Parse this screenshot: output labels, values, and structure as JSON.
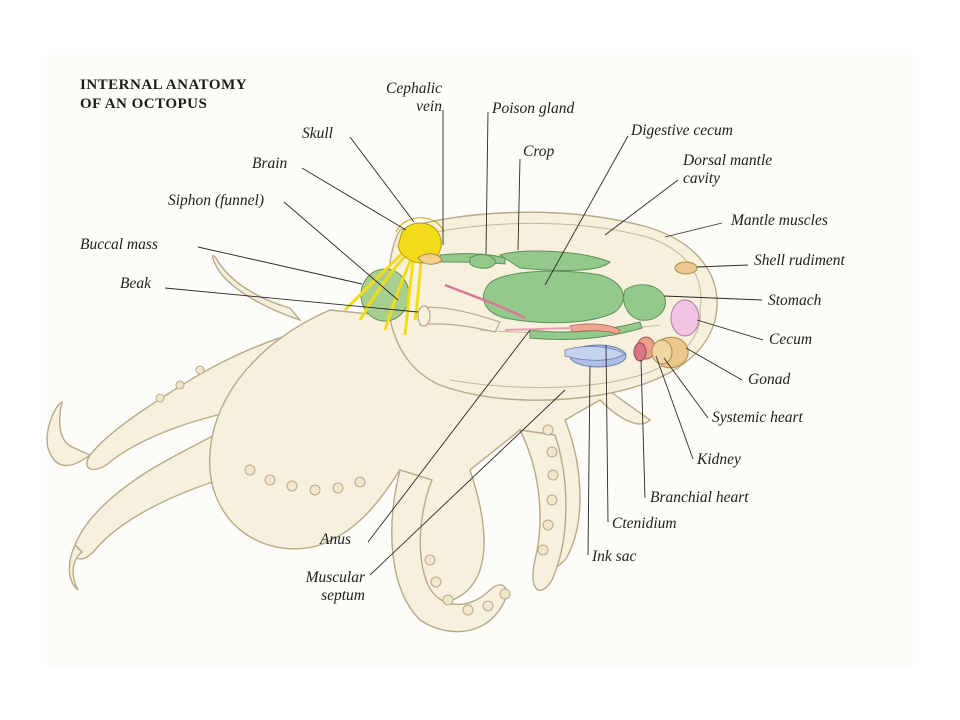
{
  "title": {
    "line1": "INTERNAL ANATOMY",
    "line2": "OF AN OCTOPUS"
  },
  "labels": {
    "cephalic_vein_1": "Cephalic",
    "cephalic_vein_2": "vein",
    "skull": "Skull",
    "brain": "Brain",
    "siphon": "Siphon (funnel)",
    "buccal_mass": "Buccal mass",
    "beak": "Beak",
    "poison_gland": "Poison gland",
    "crop": "Crop",
    "digestive_cecum": "Digestive cecum",
    "dorsal_mantle_1": "Dorsal mantle",
    "dorsal_mantle_2": "cavity",
    "mantle_muscles": "Mantle muscles",
    "shell_rudiment": "Shell rudiment",
    "stomach": "Stomach",
    "cecum": "Cecum",
    "gonad": "Gonad",
    "systemic_heart": "Systemic heart",
    "kidney": "Kidney",
    "branchial_heart": "Branchial heart",
    "ctenidium": "Ctenidium",
    "ink_sac": "Ink sac",
    "anus": "Anus",
    "muscular_septum_1": "Muscular",
    "muscular_septum_2": "septum"
  },
  "colors": {
    "body_fill": "#f6f0dd",
    "body_outline": "#b9a98a",
    "nerve_yellow": "#f2dc1a",
    "organ_green": "#93c98a",
    "organ_pink": "#e8b3d2",
    "gonad_pink": "#f2c3e2",
    "ink_blue": "#aebde2",
    "kidney_orange": "#eac78b"
  }
}
